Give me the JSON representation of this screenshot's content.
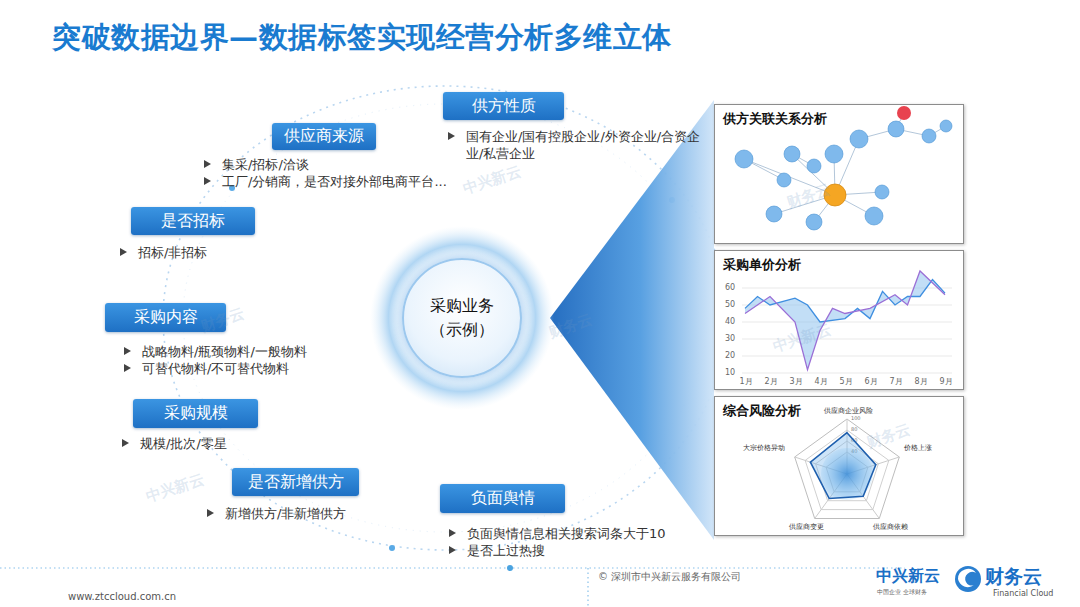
{
  "diagram": {
    "title": "突破数据边界—数据标签实现经营分析多维立体",
    "nodes": [
      {
        "text": [
          "供应商来源",
          "集采/招标/洽谈",
          "工厂/分销商，是否对接外部电商平台..."
        ]
      },
      {
        "text": [
          "供方性质",
          "国有企业/国有控股企业/外资企业/合资企业/私营企业"
        ]
      },
      {
        "text": [
          "是否招标",
          "招标/非招标"
        ]
      },
      {
        "text": [
          "采购内容",
          "战略物料/瓶颈物料/一般物料",
          "可替代物料/不可替代物料"
        ]
      },
      {
        "text": [
          "采购业务 （示例）"
        ]
      },
      {
        "text": [
          "采购规模",
          "规模/批次/零星"
        ]
      },
      {
        "text": [
          "是否新增供方",
          "新增供方/非新增供方"
        ]
      },
      {
        "text": [
          "负面舆情",
          "负面舆情信息相关搜索词条大于10",
          "是否上过热搜"
        ]
      },
      {
        "text": [
          "供方关联关系分析"
        ]
      },
      {
        "text": [
          "采购单价分析"
        ]
      },
      {
        "text": [
          "综合风险分析"
        ]
      }
    ],
    "labels": [
      "60",
      "50",
      "40",
      "30",
      "20",
      "10",
      "1月",
      "2月",
      "3月",
      "4月",
      "5月",
      "6月",
      "7月",
      "8月",
      "9月",
      "供应商企业风险",
      "价格上涨",
      "供应商依赖",
      "供应商变更",
      "大宗价格异动",
      "100",
      "80",
      "60",
      "40",
      "© 深圳市中兴新云服务有限公司",
      "www.ztccloud.com.cn",
      "中兴新云",
      "中国企业 全球财务",
      "财务云",
      "Financial Cloud",
      "中兴新云",
      "财务云",
      "中兴新云",
      "财务云",
      "财务云",
      "中兴新云",
      "财务云"
    ]
  }
}
